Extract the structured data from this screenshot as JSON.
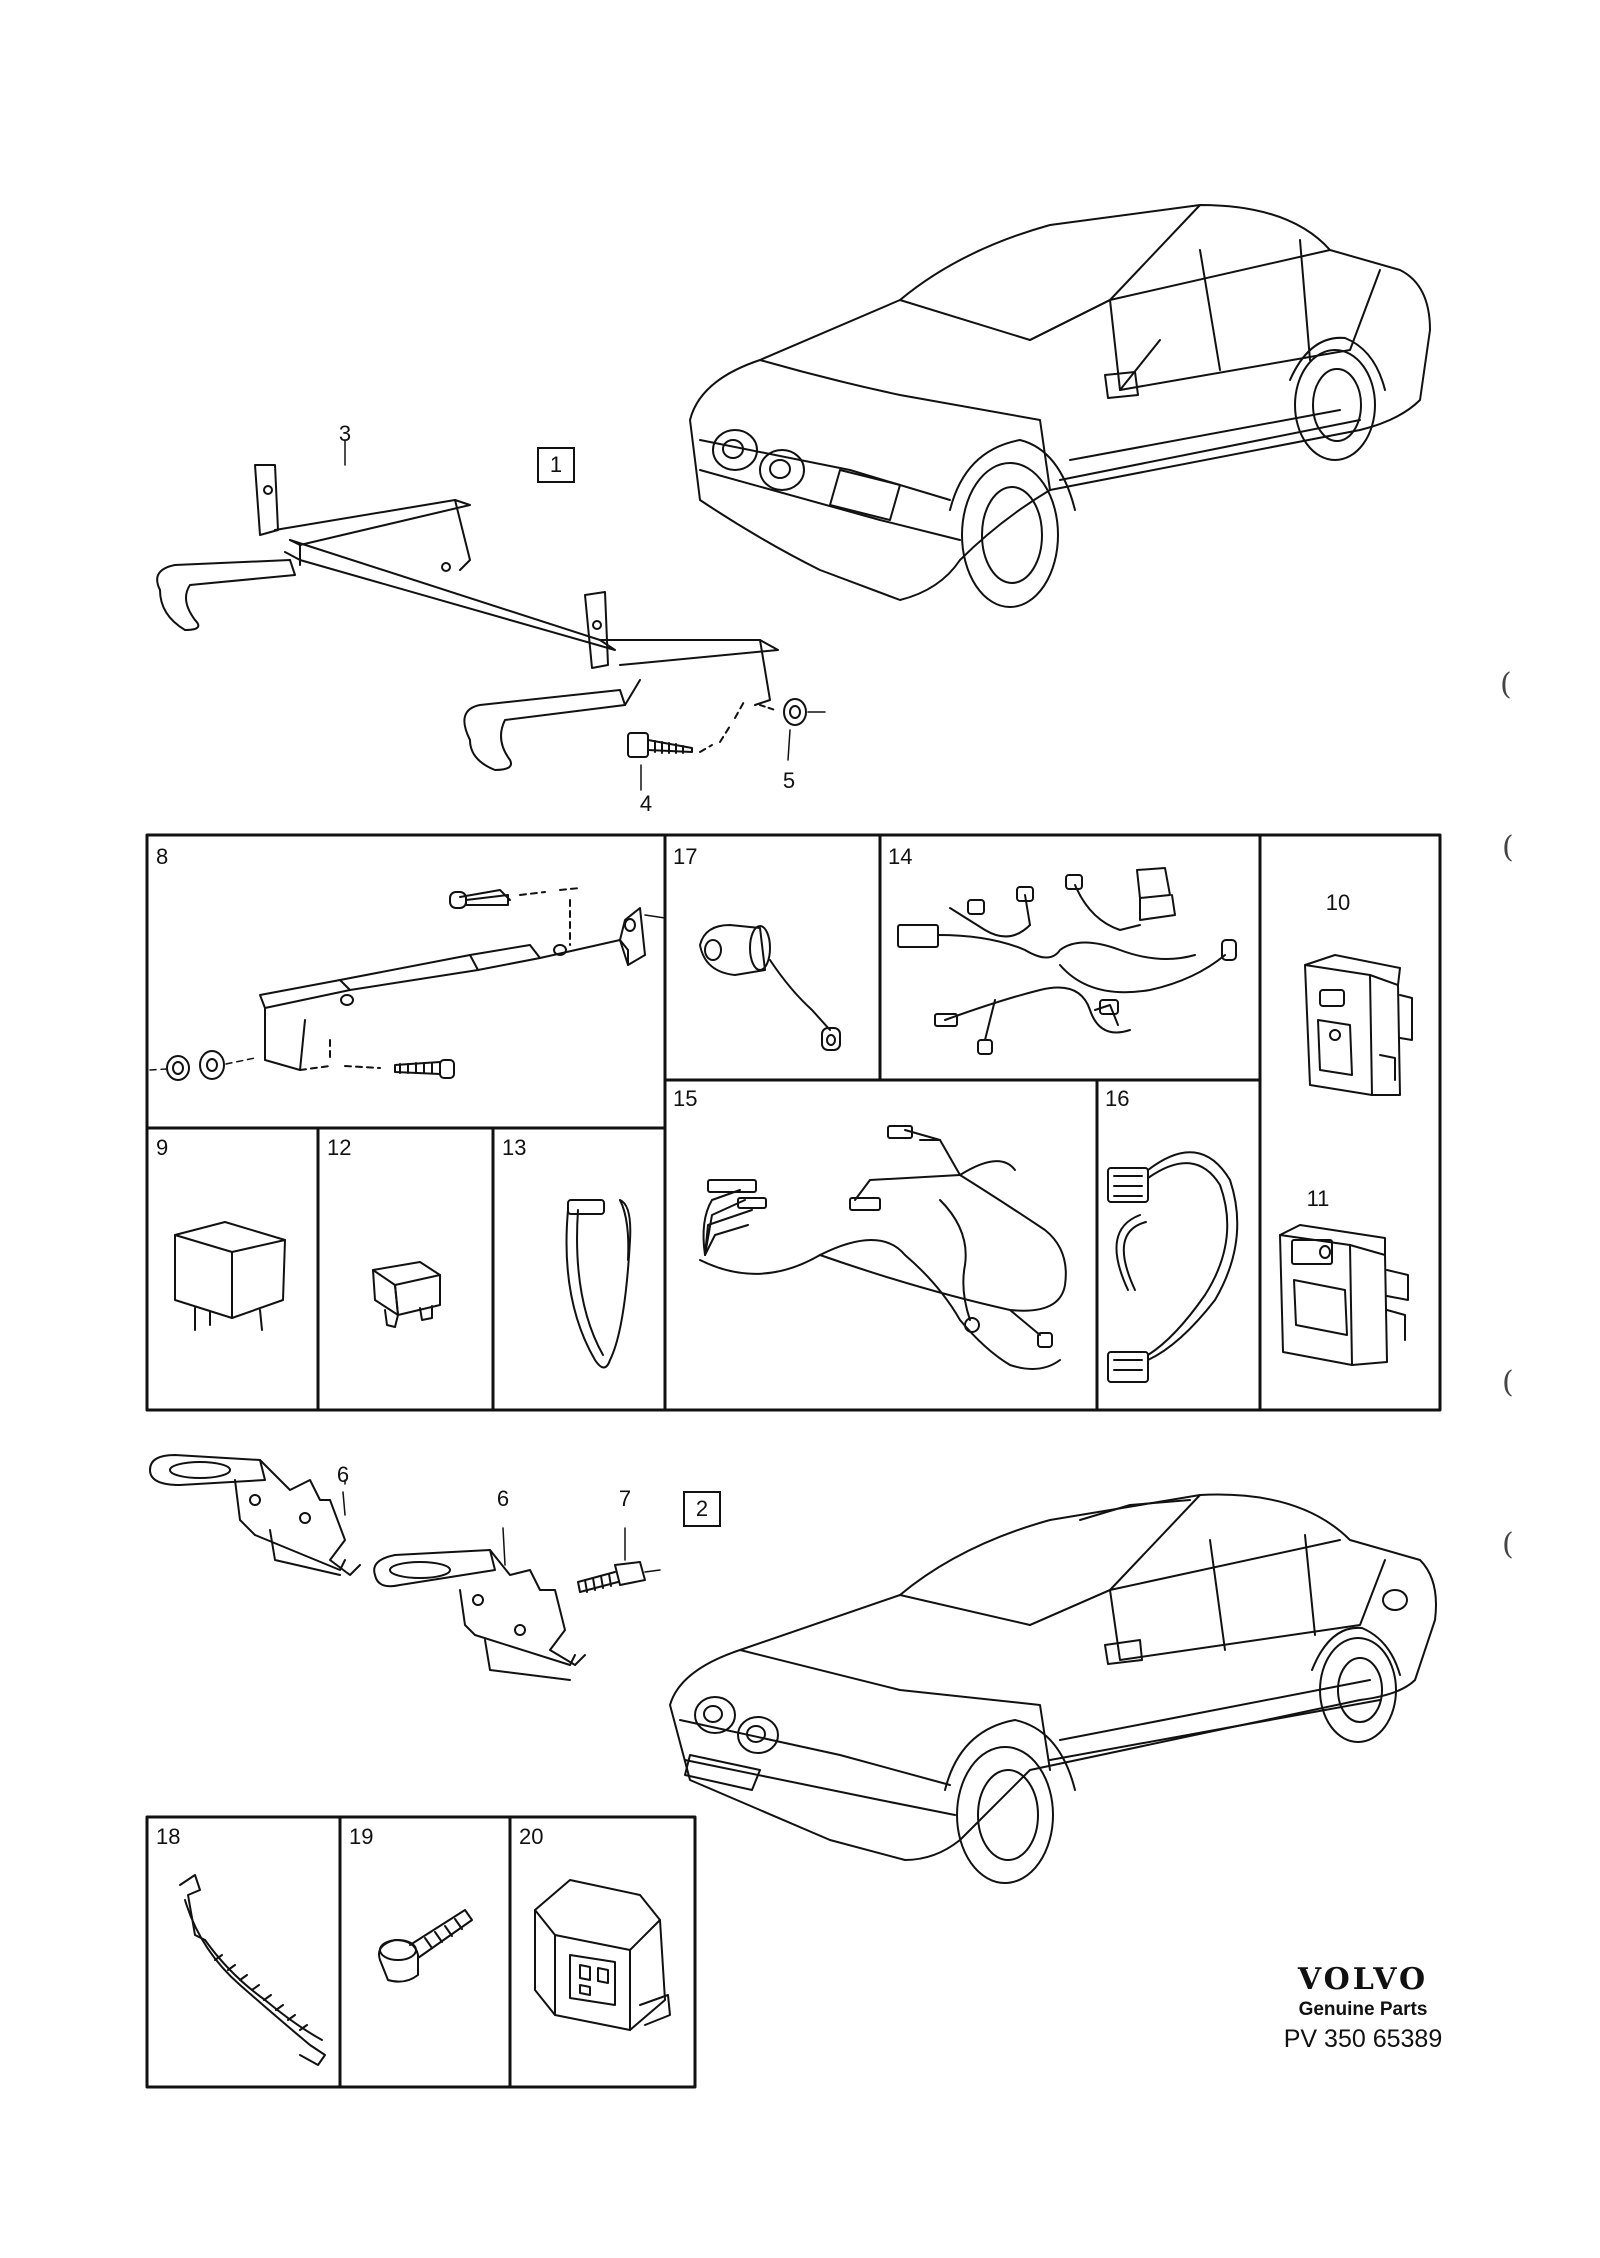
{
  "callouts": {
    "c3": "3",
    "c4": "4",
    "c5": "5",
    "c6a": "6",
    "c6b": "6",
    "c7": "7",
    "c8": "8",
    "c9": "9",
    "c10": "10",
    "c11": "11",
    "c12": "12",
    "c13": "13",
    "c14": "14",
    "c15": "15",
    "c16": "16",
    "c17": "17",
    "c18": "18",
    "c19": "19",
    "c20": "20"
  },
  "variant_boxes": {
    "v1": "1",
    "v2": "2"
  },
  "margin_marks": {
    "m1": "(",
    "m2": "(",
    "m3": "(",
    "m4": "("
  },
  "branding": {
    "logo": "VOLVO",
    "subtitle": "Genuine Parts",
    "part_ref": "PV 350 65389"
  },
  "colors": {
    "ink": "#111111",
    "paper": "#ffffff"
  }
}
